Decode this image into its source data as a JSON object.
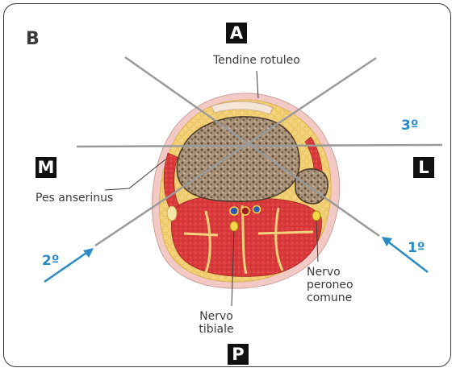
{
  "panel_label": "B",
  "orientation": {
    "anterior": "A",
    "posterior": "P",
    "medial": "M",
    "lateral": "L"
  },
  "labels": {
    "tendine_rotuleo": "Tendine rotuleo",
    "pes_anserinus": "Pes anserinus",
    "nervo_tibiale": [
      "Nervo",
      "tibiale"
    ],
    "nervo_peroneo_comune": [
      "Nervo",
      "peroneo",
      "comune"
    ]
  },
  "needle_approaches": {
    "first": "1º",
    "second": "2º",
    "third": "3º"
  },
  "colors": {
    "needle_arrow": "#2a8ac8",
    "needle": "#9a9a9a",
    "fat": "#f2d27a",
    "muscle": "#d9393b",
    "bone": "#8a7560",
    "skin": "#f2c9c4",
    "nerve": "#f4d64a"
  }
}
